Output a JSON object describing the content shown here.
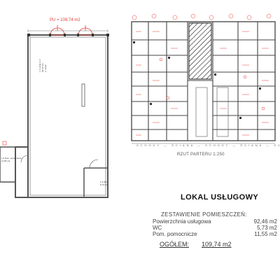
{
  "plan": {
    "pu_label": "PU = 109,74 m2",
    "room_main_lines": [
      "1.1 Lokal nr 4",
      "92,46 m2",
      "p. użytk."
    ],
    "room_wc_lines": [
      "1.3 WC",
      "5,73 m2"
    ],
    "room_aux_lines": [
      "1.2 Pom. pomocnicze",
      "11,55 m2"
    ]
  },
  "site_plan": {
    "scale_label": "RZUT PARTERU 1:250",
    "bottom_strip": "SCHODY — ŚCIANA — SCHODY — ŚCIANA — SCHODY"
  },
  "summary": {
    "title": "LOKAL USŁUGOWY",
    "table_title": "ZESTAWIENIE POMIESZCZEŃ:",
    "rows": [
      {
        "label": "Powierzchnia usługowa",
        "value": "92,46 m2"
      },
      {
        "label": "WC",
        "value": "5,73 m2"
      },
      {
        "label": "Pom. pomocnicze",
        "value": "11,55 m2"
      }
    ],
    "total_label": "OGÓŁEM:",
    "total_value": "109,74 m2"
  },
  "colors": {
    "wall": "#555555",
    "wall_dark": "#333333",
    "accent_red": "#e53935",
    "hatch": "#222222"
  }
}
